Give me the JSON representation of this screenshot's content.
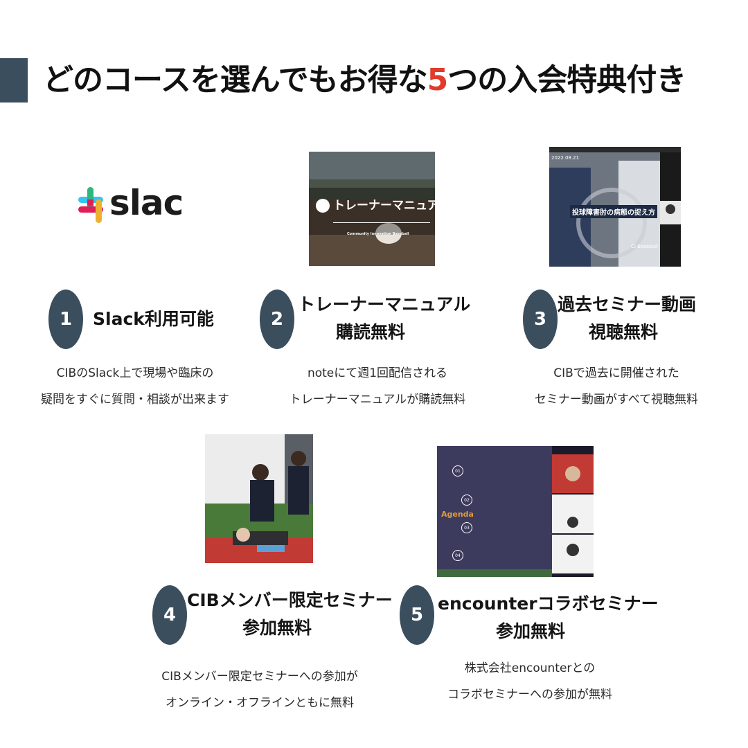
{
  "header": {
    "title_pre": "どのコースを選んでもお得な",
    "title_num": "5",
    "title_post": "つの入会特典付き"
  },
  "colors": {
    "badge": "#3b4e5e",
    "accent": "#e03b2b"
  },
  "benefits": [
    {
      "number": "1",
      "title_line1": "Slack利用可能",
      "desc_line1": "CIBのSlack上で現場や臨床の",
      "desc_line2": "疑問をすぐに質問・相談が出来ます",
      "image": {
        "logo_text": "slack"
      }
    },
    {
      "number": "2",
      "title_line1": "トレーナーマニュアル",
      "title_line2": "購読無料",
      "desc_line1": "noteにて週1回配信される",
      "desc_line2": "トレーナーマニュアルが購読無料",
      "image": {
        "caption": "トレーナーマニュアル",
        "subcaption": "Community Innovation Baseball"
      }
    },
    {
      "number": "3",
      "title_line1": "過去セミナー動画",
      "title_line2": "視聴無料",
      "desc_line1": "CIBで過去に開催された",
      "desc_line2": "セミナー動画がすべて視聴無料",
      "image": {
        "date": "2022.08.21",
        "caption": "投球障害肘の病態の捉え方",
        "brand": "CI-Baseball"
      }
    },
    {
      "number": "4",
      "title_line1": "CIBメンバー限定セミナー",
      "title_line2": "参加無料",
      "desc_line1": "CIBメンバー限定セミナーへの参加が",
      "desc_line2": "オンライン・オフラインともに無料",
      "image": {}
    },
    {
      "number": "5",
      "title_line1": "encounterコラボセミナー",
      "title_line2": "参加無料",
      "desc_line1": "株式会社encounterとの",
      "desc_line2": "コラボセミナーへの参加が無料",
      "image": {
        "agenda": "Agenda",
        "items": [
          "01",
          "02",
          "03",
          "04"
        ]
      }
    }
  ]
}
